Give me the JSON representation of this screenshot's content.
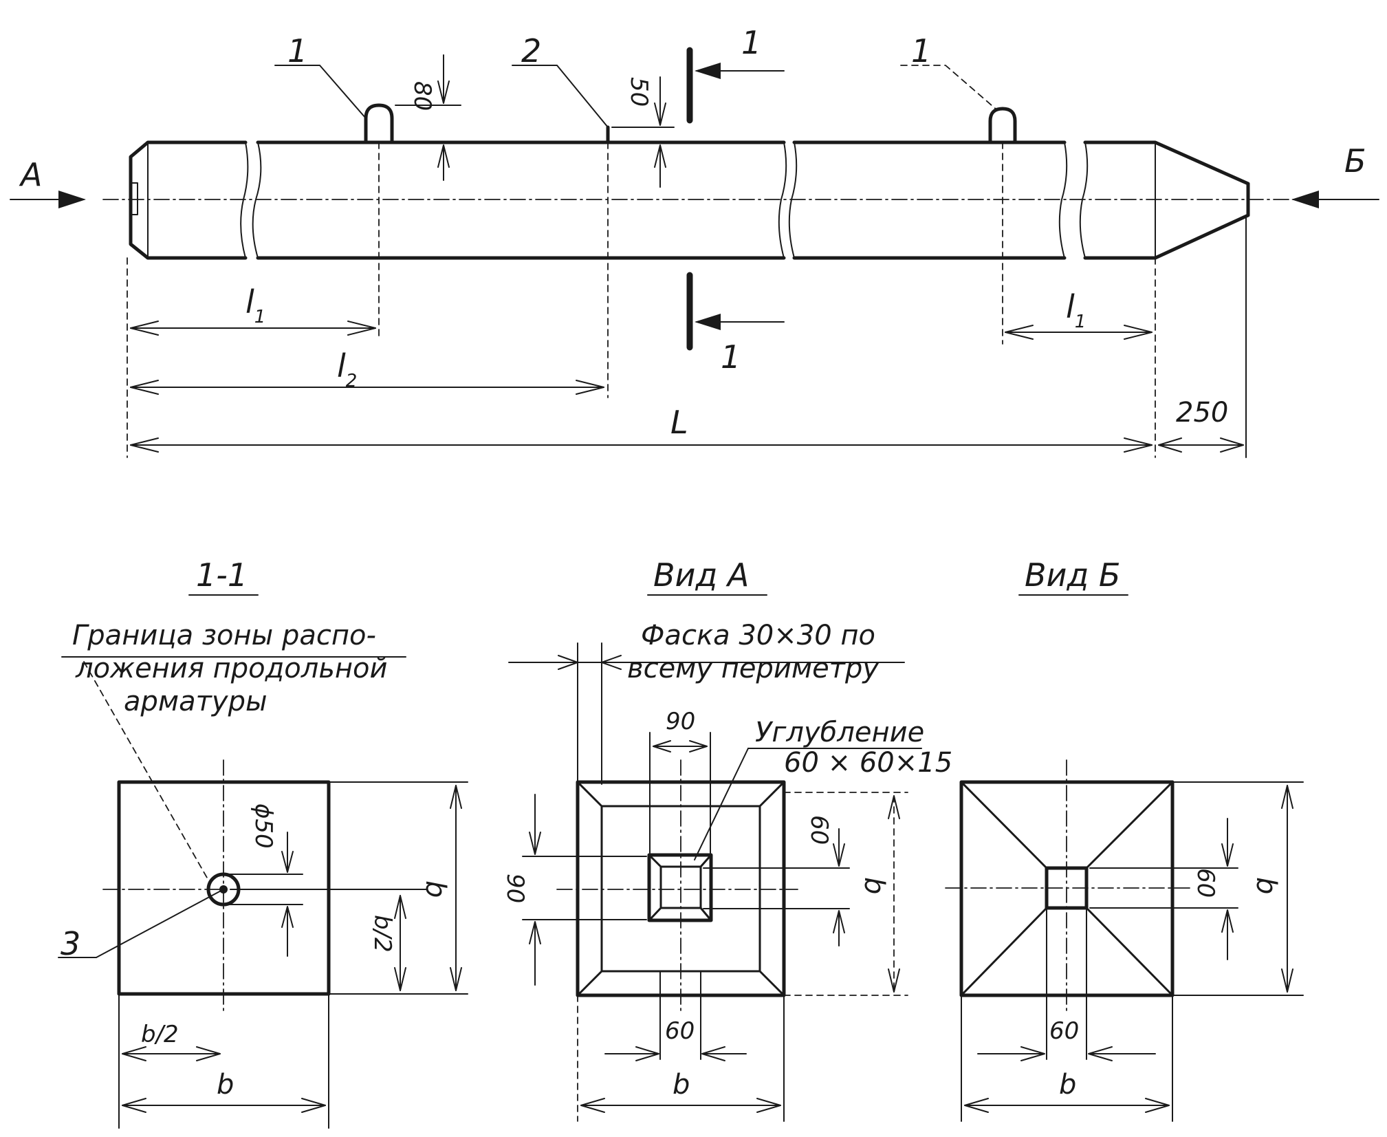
{
  "callouts": {
    "one": "1",
    "two": "2",
    "three": "3"
  },
  "section_marker": "1",
  "views": {
    "arrow_a": "А",
    "arrow_b": "Б",
    "section_title": "1-1",
    "view_a_title": "Вид А",
    "view_b_title": "Вид Б"
  },
  "dims": {
    "d80": "80",
    "d50": "50",
    "d250": "250",
    "L": "L",
    "l": "l",
    "sub1": "1",
    "sub2": "2",
    "b": "b",
    "b_half": "b/2",
    "phi50": "ϕ50",
    "d90": "90",
    "d60": "60"
  },
  "notes": {
    "zone_line1": "Граница зоны распо-",
    "zone_line2": "ложения продольной",
    "zone_line3": "арматуры",
    "chamfer_line1": "Фаска 30×30 по",
    "chamfer_line2": "всему периметру",
    "recess_line1": "Углубление",
    "recess_line2": "60 × 60×15"
  }
}
